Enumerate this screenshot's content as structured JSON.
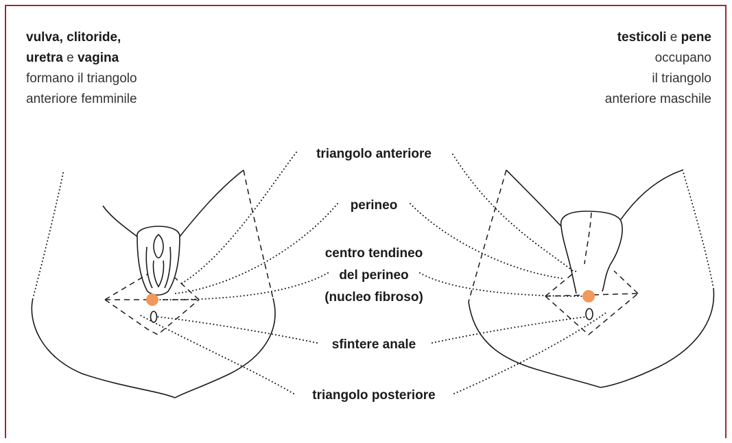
{
  "female_caption": {
    "line1": [
      "vulva, clitoride,"
    ],
    "line2_bold_a": "uretra",
    "line2_plain": " e ",
    "line2_bold_b": "vagina",
    "line3": "formano il triangolo",
    "line4": "anteriore femminile"
  },
  "male_caption": {
    "line1_bold_a": "testicoli",
    "line1_plain": " e ",
    "line1_bold_b": "pene",
    "line2": "occupano",
    "line3": "il triangolo",
    "line4": "anteriore maschile"
  },
  "labels": {
    "triangolo_anteriore": "triangolo anteriore",
    "perineo": "perineo",
    "centro_1": "centro tendineo",
    "centro_2": "del perineo",
    "centro_3": "(nucleo fibroso)",
    "sfintere": "sfintere anale",
    "triangolo_posteriore": "triangolo posteriore"
  },
  "colors": {
    "frame": "#a4262c",
    "tendinous_center": "#f0995a"
  }
}
